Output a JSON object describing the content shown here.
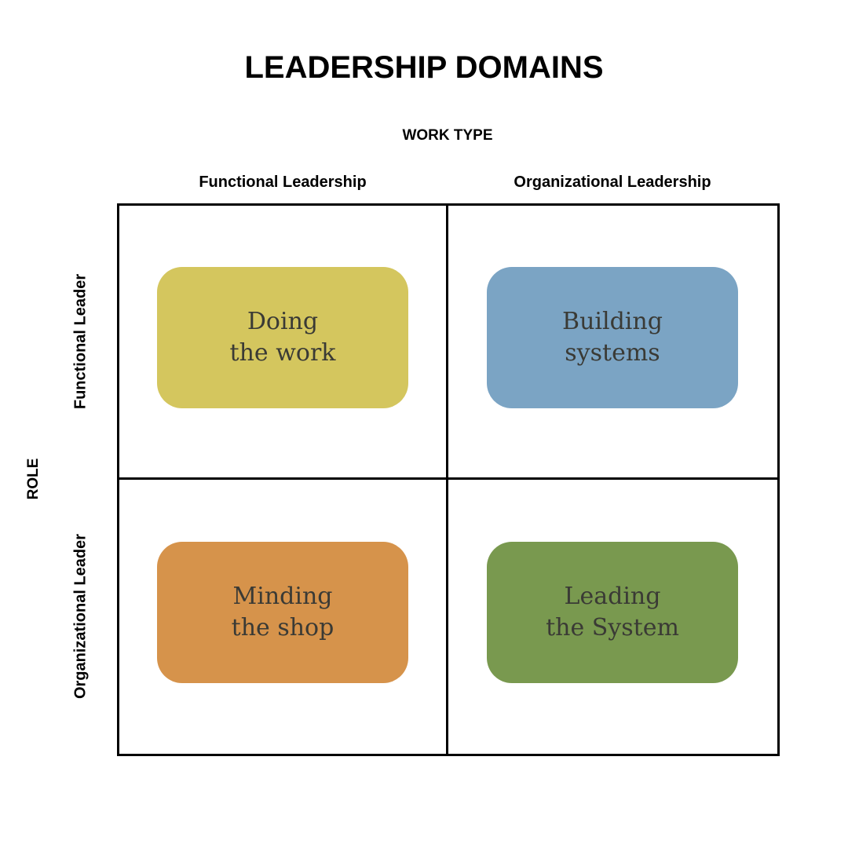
{
  "title": "LEADERSHIP DOMAINS",
  "x_axis": {
    "title": "WORK TYPE",
    "columns": [
      "Functional Leadership",
      "Organizational Leadership"
    ]
  },
  "y_axis": {
    "title": "ROLE",
    "rows": [
      "Functional Leader",
      "Organizational Leader"
    ]
  },
  "quadrants": [
    {
      "line1": "Doing",
      "line2": "the work",
      "color": "#d4c65e"
    },
    {
      "line1": "Building",
      "line2": "systems",
      "color": "#7ba4c4"
    },
    {
      "line1": "Minding",
      "line2": "the shop",
      "color": "#d6934b"
    },
    {
      "line1": "Leading",
      "line2": "the System",
      "color": "#79994f"
    }
  ],
  "colors": {
    "text": "#3a3a35",
    "grid": "#000000",
    "background": "#ffffff"
  }
}
